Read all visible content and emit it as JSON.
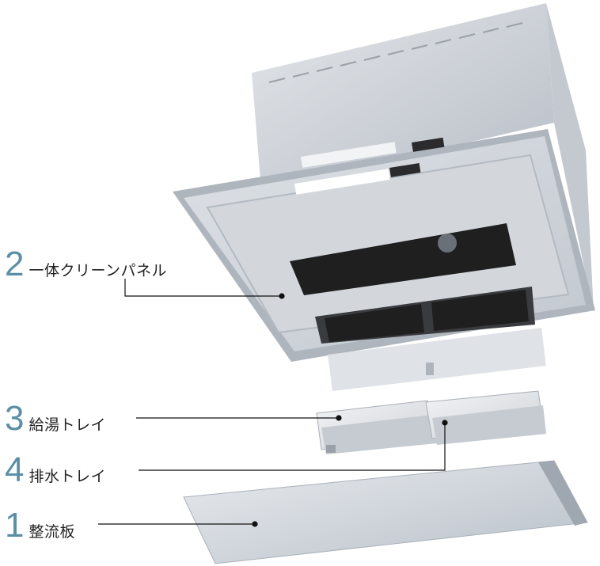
{
  "parts": [
    {
      "number": "2",
      "name": "一体クリーンパネル"
    },
    {
      "number": "3",
      "name": "給湯トレイ"
    },
    {
      "number": "4",
      "name": "排水トレイ"
    },
    {
      "number": "1",
      "name": "整流板"
    }
  ],
  "colors": {
    "number": "#5c8fa6",
    "text": "#222222",
    "metal": "#c9ced5",
    "metal_dark": "#9aa1a9",
    "duct": "#1f1f20"
  }
}
